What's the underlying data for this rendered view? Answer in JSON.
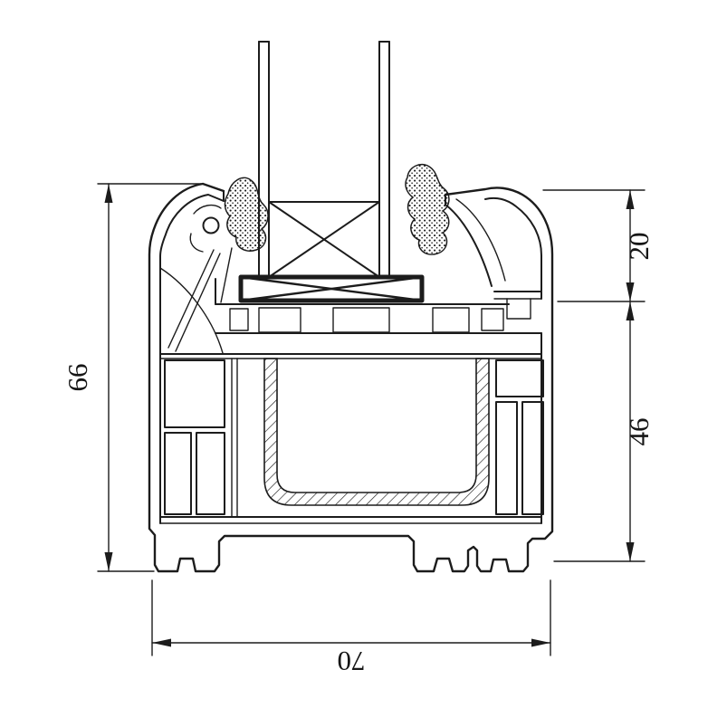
{
  "drawing": {
    "type": "window-profile-cross-section",
    "dimensions": {
      "left_height": "66",
      "right_top": "20",
      "right_bottom": "46",
      "bottom_width": "70"
    },
    "colors": {
      "line": "#1c1c1c",
      "background": "#ffffff"
    }
  }
}
